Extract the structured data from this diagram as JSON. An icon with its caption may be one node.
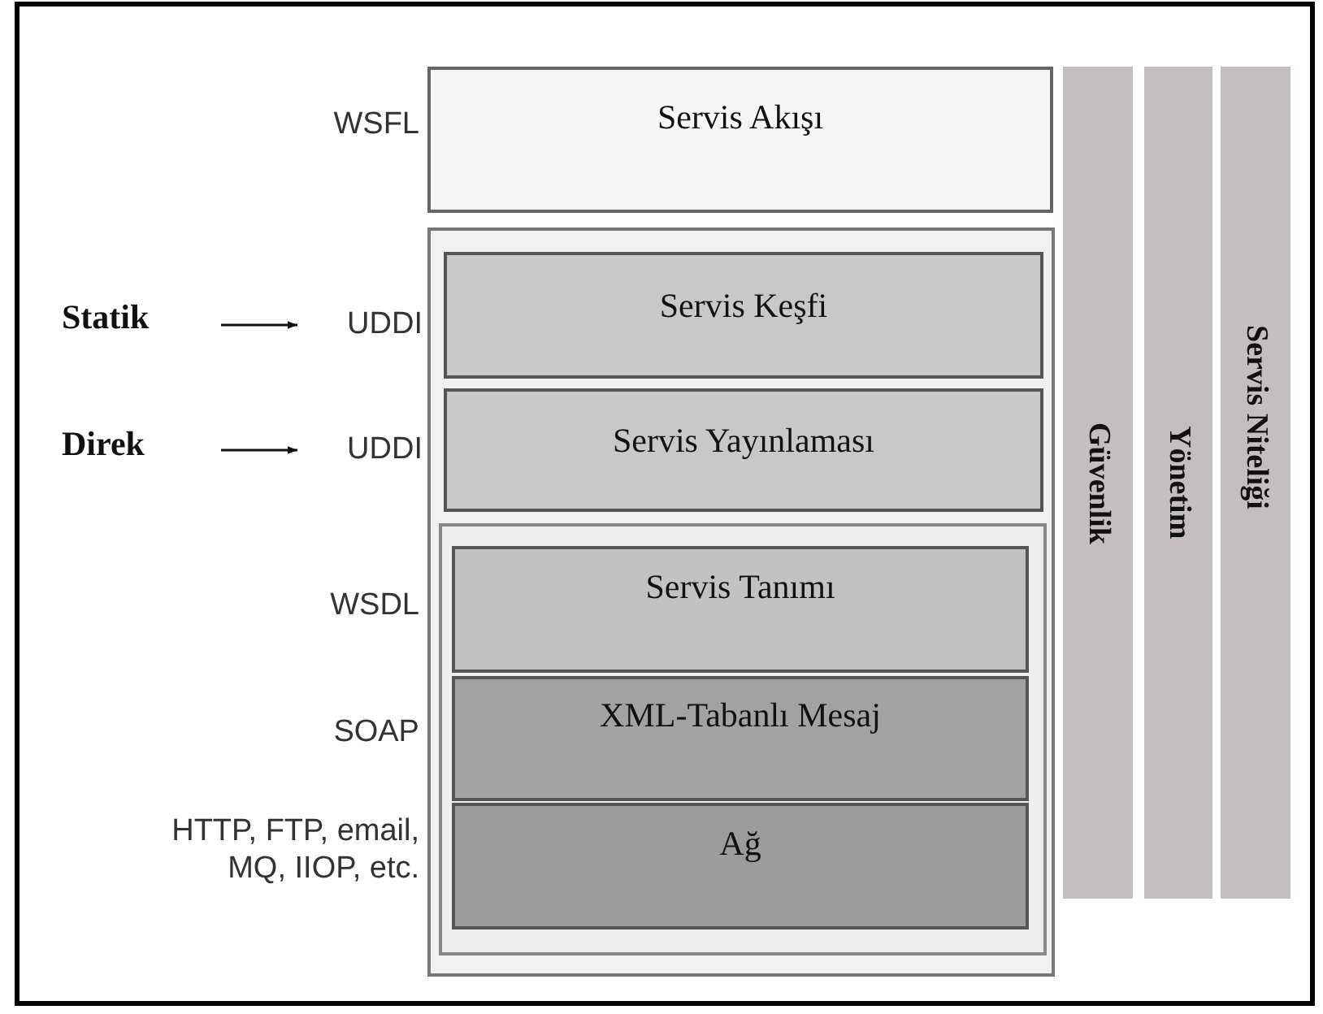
{
  "diagram": {
    "nodes": [
      {
        "text": [
          "Servis Akışı"
        ],
        "beside": [
          "WSFL"
        ]
      },
      {
        "text": [],
        "shape": "box"
      },
      {
        "text": [
          "Servis Keşfi"
        ],
        "in": 1
      },
      {
        "text": [
          "Servis Yayınlaması"
        ],
        "in": 1
      },
      {
        "text": [],
        "shape": "box",
        "in": 1
      },
      {
        "text": [
          "Servis Tanımı"
        ],
        "in": 4,
        "beside": [
          "WSDL"
        ]
      },
      {
        "text": [
          "XML-Tabanlı Mesaj"
        ],
        "in": 4,
        "beside": [
          "SOAP"
        ]
      },
      {
        "text": [
          "Ağ"
        ],
        "in": 4,
        "beside": [
          "HTTP, FTP, email, MQ, IIOP, etc."
        ]
      },
      {
        "text": [
          "Güvenlik"
        ]
      },
      {
        "text": [
          "Yönetim"
        ]
      },
      {
        "text": [
          "Servis Niteliği"
        ]
      },
      {
        "text": [
          "Statik"
        ]
      },
      {
        "text": [
          "UDDI"
        ]
      },
      {
        "text": [
          "Direk"
        ]
      },
      {
        "text": [
          "UDDI"
        ]
      }
    ],
    "edges": [
      {
        "from": 11,
        "to": 12,
        "arrow": "to"
      },
      {
        "from": 13,
        "to": 14,
        "arrow": "to"
      }
    ]
  }
}
